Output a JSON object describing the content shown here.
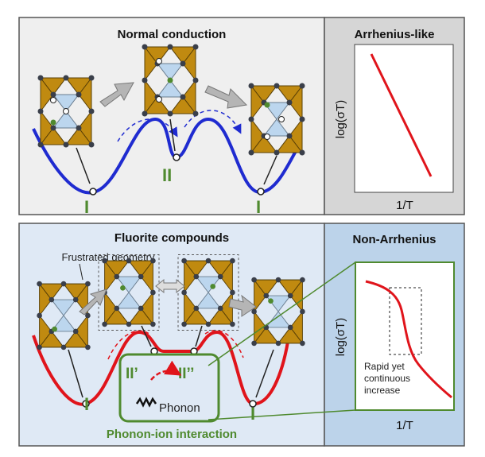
{
  "top": {
    "title": "Normal conduction",
    "sites": [
      "I",
      "II",
      "I"
    ]
  },
  "top_chart": {
    "title": "Arrhenius-like",
    "xlabel": "1/T",
    "ylabel": "log(σT)"
  },
  "bottom": {
    "title": "Fluorite compounds",
    "frustrated_label": "Frustrated geometry",
    "sites": [
      "I",
      "I"
    ],
    "inset_site_a": "II’",
    "inset_site_b": "II’’",
    "phonon_label": "Phonon",
    "interaction_label": "Phonon-ion interaction"
  },
  "bottom_chart": {
    "title": "Non-Arrhenius",
    "xlabel": "1/T",
    "ylabel": "log(σT)",
    "annotation": [
      "Rapid yet",
      "continuous",
      "increase"
    ]
  },
  "colors": {
    "tetra_gold": "#c08a10",
    "tetra_blue": "#bcd6ee",
    "well_blue": "#1f2bd0",
    "well_red": "#e0141b",
    "label_green": "#4f8a2f",
    "panel_grey": "#efefef",
    "panel_blue": "#dfe9f5",
    "chart_blue": "#bcd3ea"
  }
}
